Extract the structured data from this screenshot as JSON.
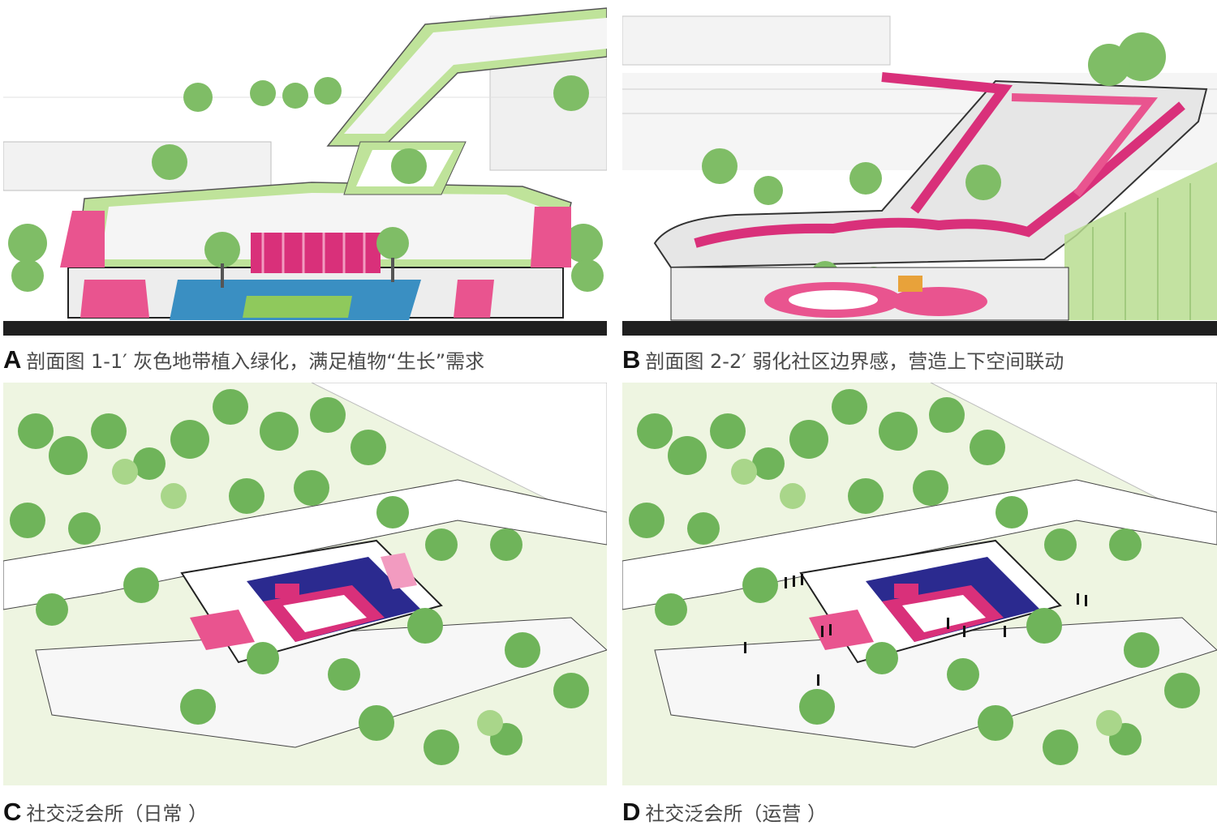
{
  "palette": {
    "green": "#8fc95c",
    "light_green": "#e9f3d7",
    "tree": "#6fb45a",
    "magenta": "#d9307a",
    "blue": "#3a8fc2",
    "navy": "#2b2a8f",
    "gray": "#d9d9d9"
  },
  "panels": [
    {
      "letter": "A",
      "caption": "剖面图 1-1′   灰色地带植入绿化，满足植物“生长”需求"
    },
    {
      "letter": "B",
      "caption": "剖面图 2-2′   弱化社区边界感，营造上下空间联动"
    },
    {
      "letter": "C",
      "caption": "社交泛会所（日常 ）"
    },
    {
      "letter": "D",
      "caption": "社交泛会所（运营 ）"
    }
  ]
}
